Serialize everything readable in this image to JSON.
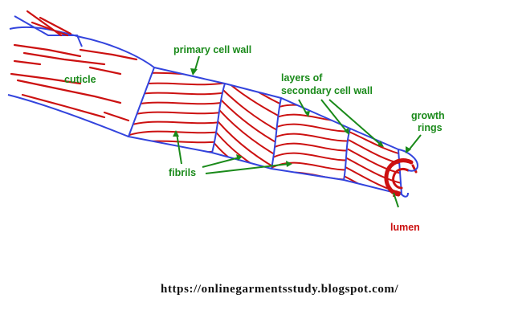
{
  "labels": {
    "primary_cell_wall": "primary cell wall",
    "cuticle": "cuticle",
    "layers_line1": "layers of",
    "layers_line2": "secondary cell wall",
    "growth_line1": "growth",
    "growth_line2": "rings",
    "fibrils": "fibrils",
    "lumen": "lumen"
  },
  "footer": {
    "url": "https://onlinegarmentsstudy.blogspot.com/"
  },
  "colors": {
    "outline": "#3344dd",
    "fibril": "#cc1111",
    "label": "#1a8a1a",
    "lumen_label": "#cc1111",
    "url": "#111111"
  }
}
